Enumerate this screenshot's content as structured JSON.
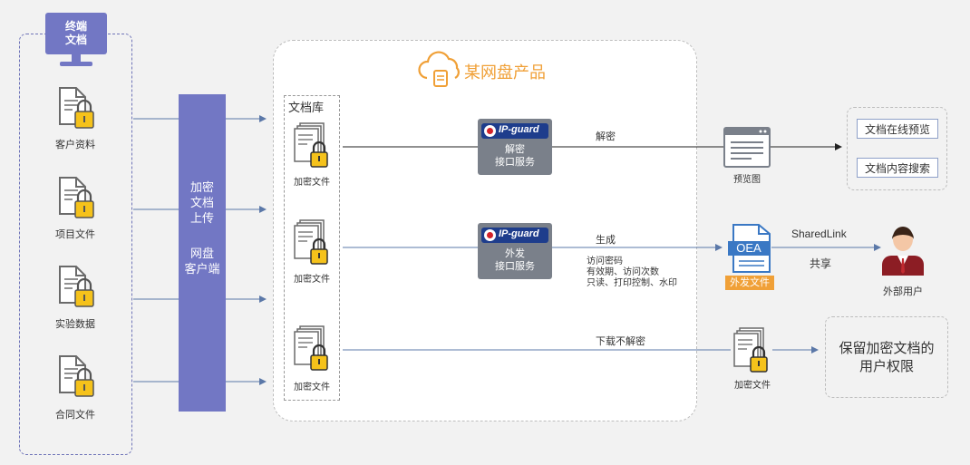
{
  "terminal": {
    "title_line1": "终端",
    "title_line2": "文档"
  },
  "terminal_docs": [
    "客户资料",
    "项目文件",
    "实验数据",
    "合同文件"
  ],
  "upload": {
    "line1": "加密",
    "line2": "文档",
    "line3": "上传",
    "line4": "网盘",
    "line5": "客户端"
  },
  "product": {
    "title": "某网盘产品",
    "library_title": "文档库",
    "encrypted_label": "加密文件"
  },
  "services": {
    "logo_text": "IP-guard",
    "decrypt": {
      "line1": "解密",
      "line2": "接口服务"
    },
    "outgoing": {
      "line1": "外发",
      "line2": "接口服务"
    }
  },
  "flows": {
    "decrypt_label": "解密",
    "generate_label": "生成",
    "outgoing_details": [
      "访问密码",
      "有效期、访问次数",
      "只读、打印控制、水印"
    ],
    "download_label": "下载不解密",
    "sharedlink_label": "SharedLink",
    "share_label": "共享"
  },
  "outputs": {
    "preview_label": "预览图",
    "oea_text": "OEA",
    "oea_label": "外发文件",
    "external_user_label": "外部用户",
    "encrypted_label": "加密文件"
  },
  "features": [
    "文档在线预览",
    "文档内容搜索"
  ],
  "retain": {
    "line1": "保留加密文档的",
    "line2": "用户权限"
  },
  "colors": {
    "accent": "#7277c4",
    "orange": "#f0a037",
    "arrow": "#5b78a8",
    "lock": "#f5c21b",
    "oea_blue": "#3a78c4"
  }
}
